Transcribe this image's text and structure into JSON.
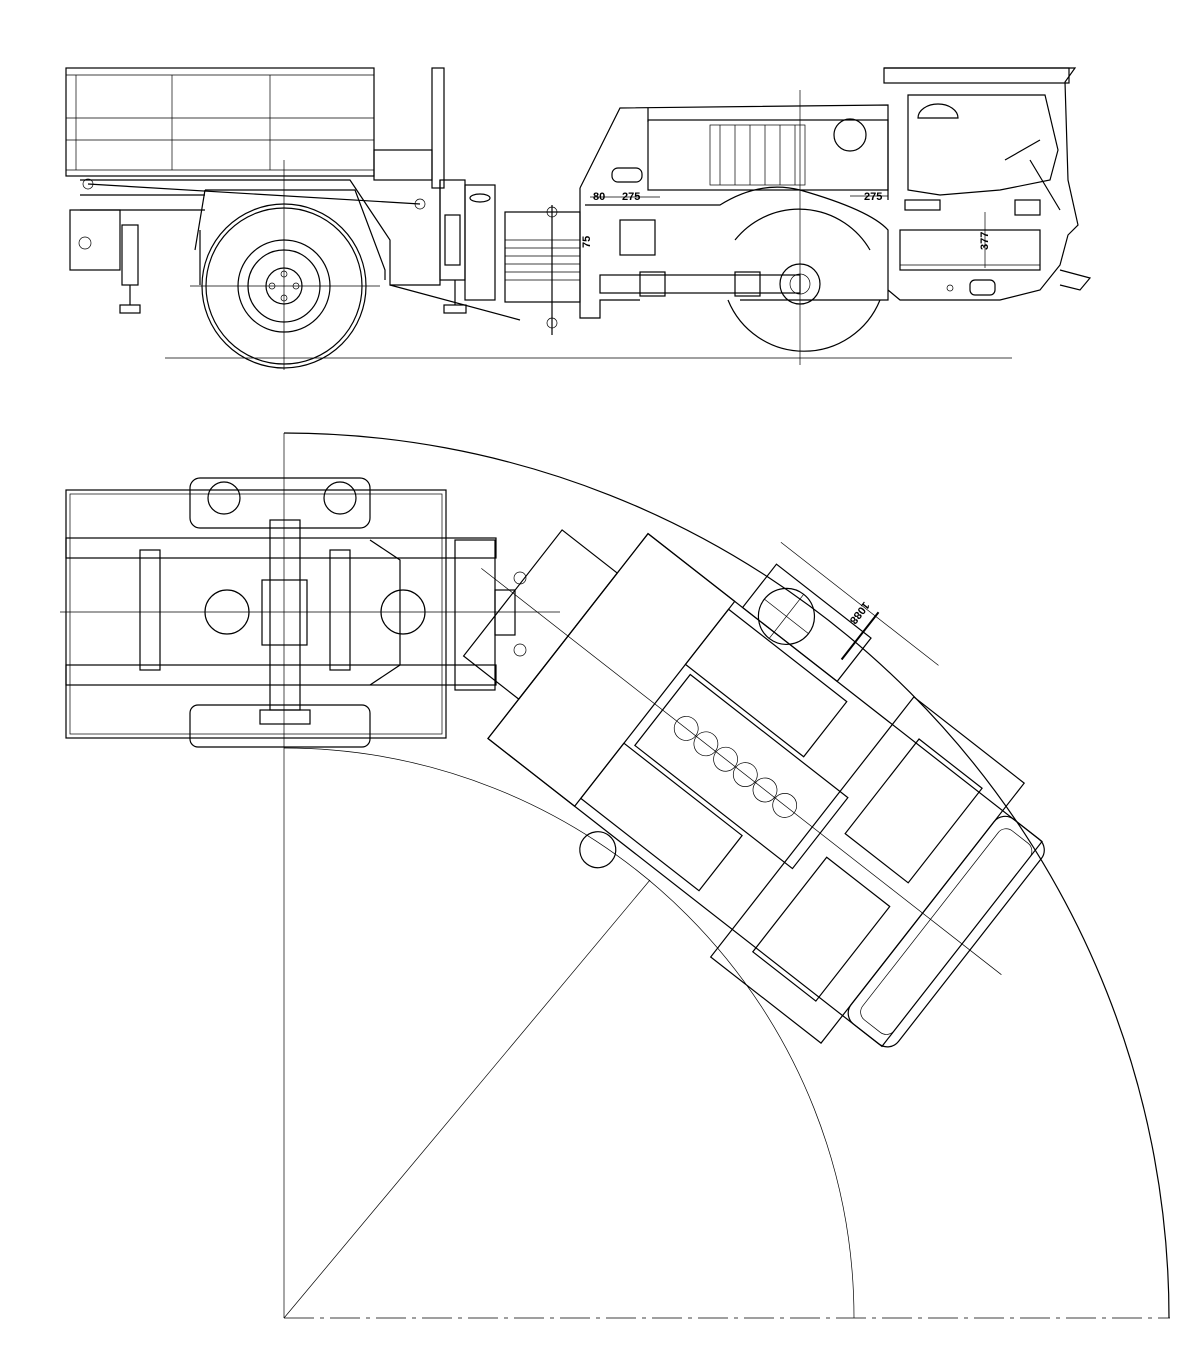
{
  "drawing": {
    "side_view": {
      "dimensions": [
        "80",
        "275",
        "75",
        "275",
        "377"
      ]
    },
    "top_view": {
      "dimensions": [
        "1088"
      ]
    },
    "line_color": "#000000",
    "background": "#ffffff"
  }
}
